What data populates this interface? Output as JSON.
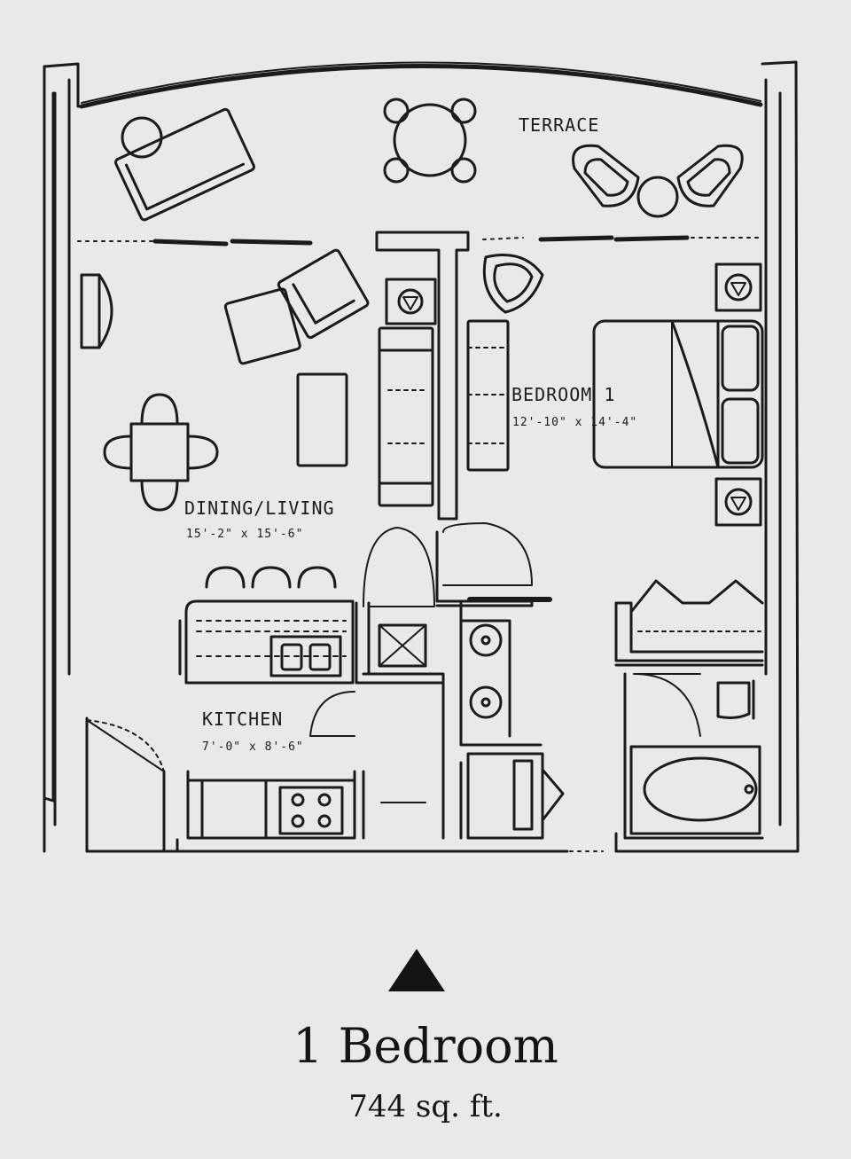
{
  "plan": {
    "rooms": {
      "terrace": {
        "name": "TERRACE"
      },
      "bedroom": {
        "name": "BEDROOM 1",
        "size": "12'-10\" x 14'-4\""
      },
      "dining_living": {
        "name": "DINING/LIVING",
        "size": "15'-2\" x 15'-6\""
      },
      "kitchen": {
        "name": "KITCHEN",
        "size": "7'-0\" x 8'-6\""
      }
    }
  },
  "unit": {
    "title": "1 Bedroom",
    "area": "744 sq. ft."
  },
  "colors": {
    "ink": "#1b1b1b",
    "paper": "#e9e9e7"
  },
  "icons": {
    "north": "triangle-up-icon"
  }
}
